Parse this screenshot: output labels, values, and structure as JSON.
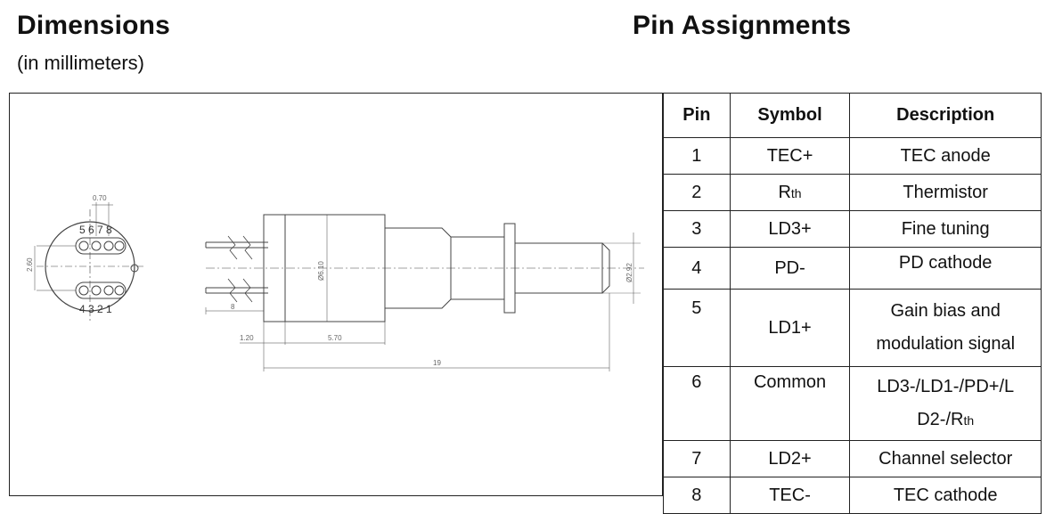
{
  "dimensions": {
    "title": "Dimensions",
    "subtitle": "(in millimeters)",
    "labels": {
      "pin_spacing": "0.70",
      "height_left": "2.60",
      "body_dia": "Ø6.10",
      "tip_dia": "Ø2.92",
      "lead": "8",
      "stub": "1.20",
      "body_len": "5.70",
      "total_len": "19",
      "pins_top": "5 6 7 8",
      "pins_bottom": "4 3 2 1"
    }
  },
  "pin_assignments": {
    "title": "Pin Assignments",
    "headers": [
      "Pin",
      "Symbol",
      "Description"
    ],
    "rows": [
      {
        "pin": "1",
        "symbol": "TEC+",
        "description": "TEC anode"
      },
      {
        "pin": "2",
        "symbol_main": "R",
        "symbol_sub": "th",
        "description": "Thermistor"
      },
      {
        "pin": "3",
        "symbol": "LD3+",
        "description": "Fine tuning"
      },
      {
        "pin": "4",
        "symbol": "PD-",
        "description": "PD cathode"
      },
      {
        "pin": "5",
        "symbol": "LD1+",
        "description_line1": "Gain bias and",
        "description_line2": "modulation signal"
      },
      {
        "pin": "6",
        "symbol": "Common",
        "description_line1": "LD3-/LD1-/PD+/L",
        "description_line2_main": "D2-/R",
        "description_line2_sub": "th"
      },
      {
        "pin": "7",
        "symbol": "LD2+",
        "description": "Channel selector"
      },
      {
        "pin": "8",
        "symbol": "TEC-",
        "description": "TEC cathode"
      }
    ]
  }
}
